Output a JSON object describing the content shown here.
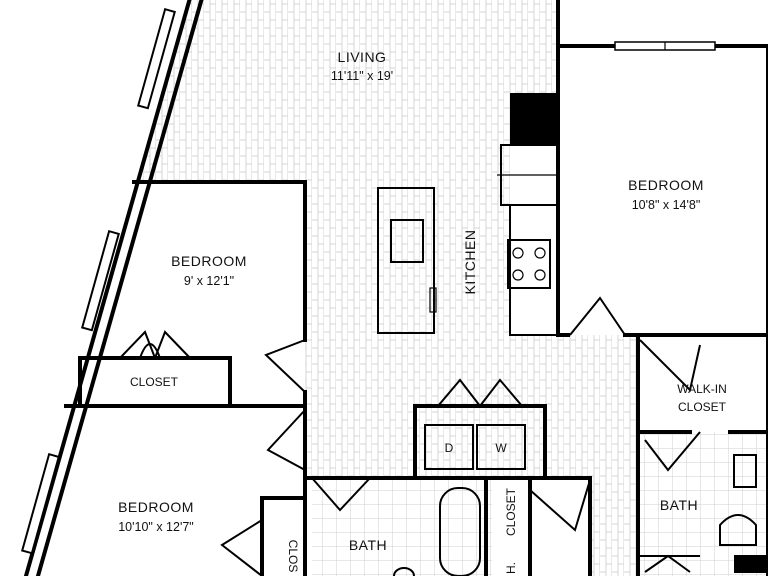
{
  "rooms": {
    "living": {
      "name": "LIVING",
      "dims": "11'11\" x 19'"
    },
    "kitchen": {
      "name": "KITCHEN"
    },
    "bedroom_right": {
      "name": "BEDROOM",
      "dims": "10'8\" x 14'8\""
    },
    "bedroom_mid": {
      "name": "BEDROOM",
      "dims": "9' x 12'1\""
    },
    "bedroom_bottom": {
      "name": "BEDROOM",
      "dims": "10'10\" x 12'7\""
    },
    "closet_mid": {
      "name": "CLOSET"
    },
    "closet_bottom": {
      "name": "CLOS"
    },
    "closet_center": {
      "name": "CLOSET"
    },
    "walkin": {
      "line1": "WALK-IN",
      "line2": "CLOSET"
    },
    "bath_center": {
      "name": "BATH"
    },
    "bath_right": {
      "name": "BATH"
    },
    "linen": {
      "name": "H."
    }
  },
  "appliances": {
    "dryer": "D",
    "washer": "W"
  },
  "colors": {
    "wall": "#000000",
    "floor_hatch": "#d6d6d6",
    "tile": "#cfcfcf"
  }
}
